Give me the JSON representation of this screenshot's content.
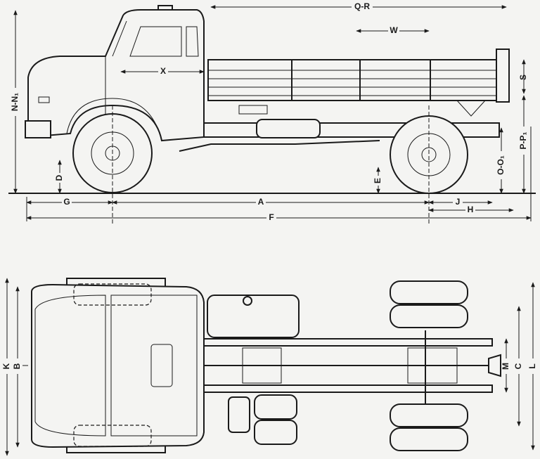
{
  "drawing": {
    "side_view_labels": {
      "qr": "Q-R",
      "w": "W",
      "x": "X",
      "s": "S",
      "n": "N-N₁",
      "p": "P-P₁",
      "o": "O-O₁",
      "d": "D",
      "e": "E",
      "g": "G",
      "a": "A",
      "j": "J",
      "h": "H",
      "f": "F"
    },
    "top_view_labels": {
      "k": "K",
      "b": "B",
      "m": "M",
      "c": "C",
      "l": "L"
    }
  }
}
